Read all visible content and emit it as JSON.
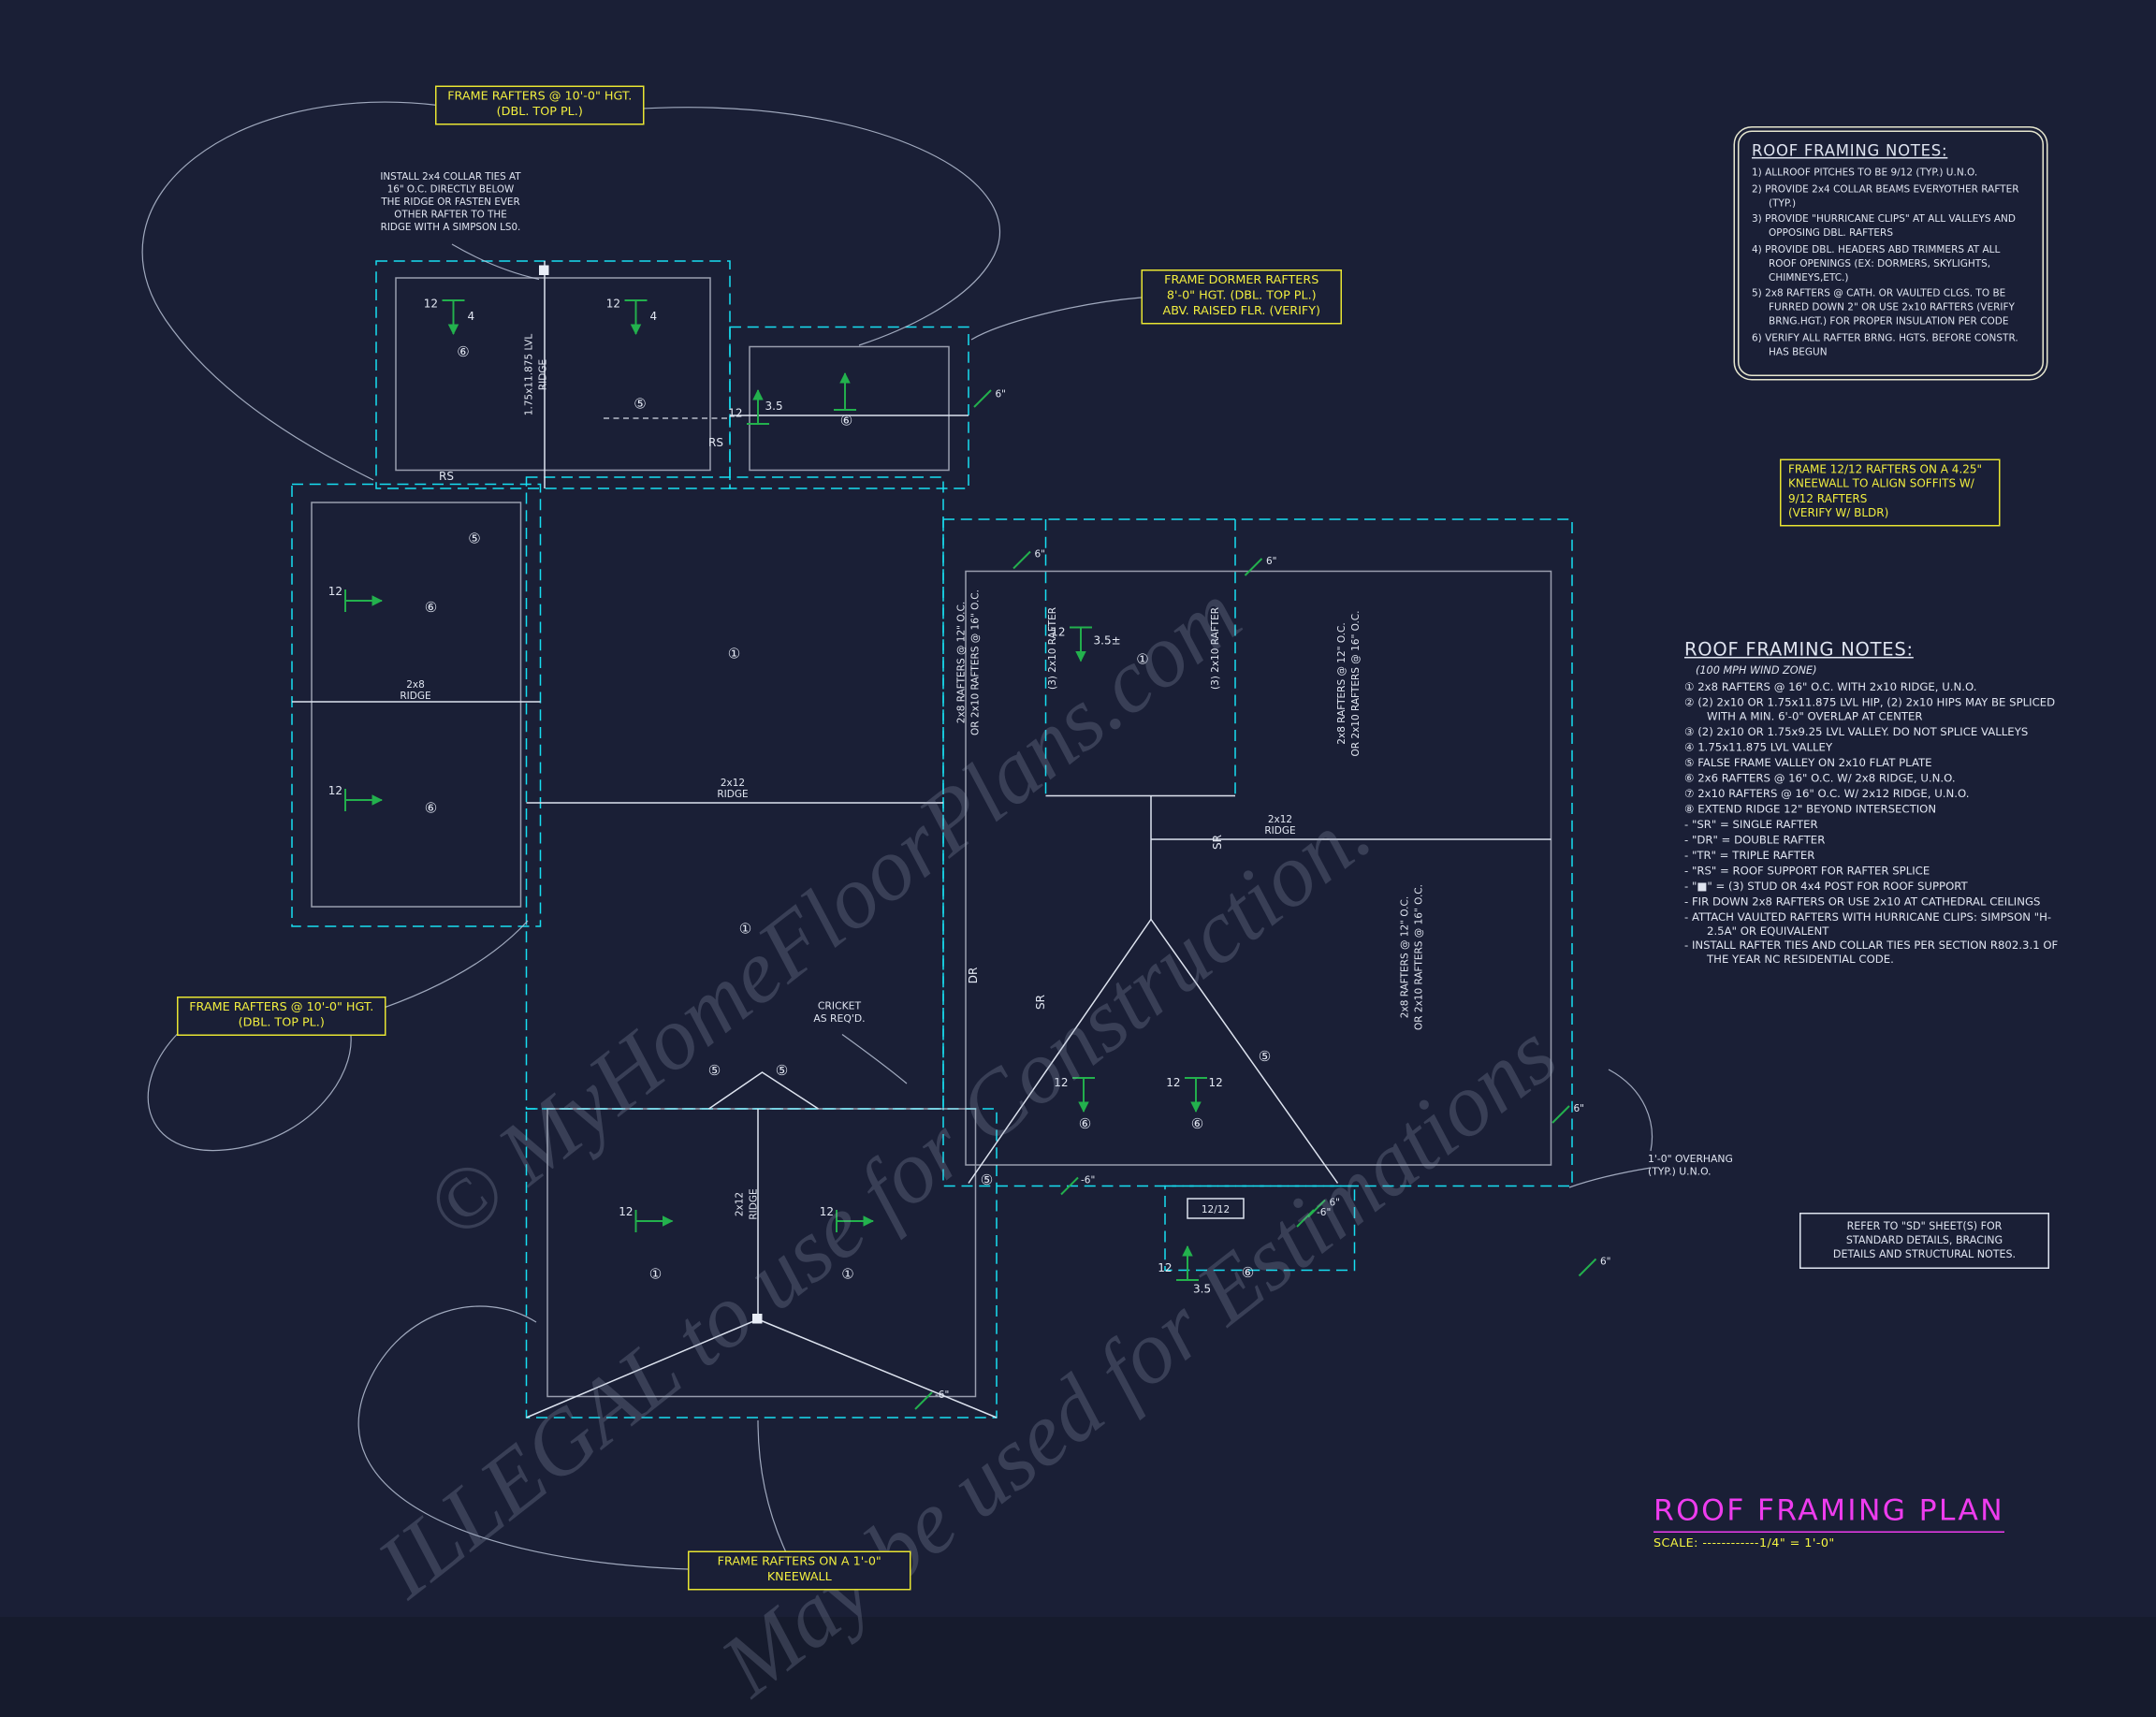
{
  "title_block": {
    "title": "ROOF FRAMING PLAN",
    "scale": "SCALE: ------------1/4\" = 1'-0\""
  },
  "watermark": {
    "line1": "© MyHomeFloorPlans.com",
    "line2": "ILLEGAL to use for Construction.",
    "line3": "May be used for Estimations"
  },
  "callouts": {
    "frame_rafters_10_top": "FRAME RAFTERS @ 10'-0\" HGT.\n(DBL. TOP PL.)",
    "frame_dormer": "FRAME DORMER RAFTERS\n8'-0\" HGT. (DBL. TOP PL.)\nABV. RAISED FLR. (VERIFY)",
    "frame_12_12": "FRAME 12/12 RAFTERS ON A 4.25\"\nKNEEWALL TO ALIGN SOFFITS W/\n9/12 RAFTERS\n(VERIFY W/ BLDR)",
    "frame_rafters_10_left": "FRAME RAFTERS @ 10'-0\" HGT.\n(DBL. TOP PL.)",
    "frame_kneewall": "FRAME RAFTERS ON A 1'-0\"\nKNEEWALL"
  },
  "annotations": {
    "collar_ties": "INSTALL 2x4 COLLAR TIES AT\n16\" O.C. DIRECTLY BELOW\nTHE RIDGE OR FASTEN EVER\nOTHER RAFTER TO THE\nRIDGE WITH A SIMPSON LS0.",
    "cricket": "CRICKET\nAS REQ'D.",
    "overhang": "1'-0\" OVERHANG\n(TYP.) U.N.O.",
    "sd_box": "REFER TO \"SD\" SHEET(S) FOR\nSTANDARD DETAILS, BRACING\nDETAILS AND STRUCTURAL NOTES."
  },
  "notes_box": {
    "title": "ROOF FRAMING NOTES:",
    "items": [
      "1) ALLROOF PITCHES TO BE 9/12 (TYP.) U.N.O.",
      "2) PROVIDE 2x4 COLLAR BEAMS EVERYOTHER RAFTER (TYP.)",
      "3) PROVIDE \"HURRICANE CLIPS\" AT ALL VALLEYS AND OPPOSING DBL. RAFTERS",
      "4) PROVIDE DBL. HEADERS ABD TRIMMERS AT ALL ROOF OPENINGS (EX: DORMERS, SKYLIGHTS, CHIMNEYS,ETC.)",
      "5) 2x8 RAFTERS @ CATH. OR VAULTED CLGS. TO BE FURRED DOWN 2\" OR USE 2x10 RAFTERS (VERIFY BRNG.HGT.) FOR PROPER INSULATION PER CODE",
      "6) VERIFY ALL RAFTER BRNG. HGTS. BEFORE CONSTR. HAS BEGUN"
    ]
  },
  "notes_list": {
    "title": "ROOF FRAMING NOTES:",
    "subtitle": "(100 MPH WIND ZONE)",
    "items": [
      "① 2x8 RAFTERS @ 16\" O.C. WITH 2x10 RIDGE, U.N.O.",
      "② (2) 2x10 OR 1.75x11.875 LVL HIP, (2) 2x10 HIPS MAY BE SPLICED WITH A MIN. 6'-0\" OVERLAP AT CENTER",
      "③ (2) 2x10 OR 1.75x9.25 LVL VALLEY. DO NOT SPLICE VALLEYS",
      "④ 1.75x11.875 LVL VALLEY",
      "⑤ FALSE FRAME VALLEY ON 2x10 FLAT PLATE",
      "⑥ 2x6 RAFTERS @ 16\" O.C. W/ 2x8 RIDGE, U.N.O.",
      "⑦ 2x10 RAFTERS @ 16\" O.C. W/ 2x12 RIDGE, U.N.O.",
      "⑧ EXTEND RIDGE 12\" BEYOND INTERSECTION",
      "-  \"SR\" = SINGLE RAFTER",
      "-  \"DR\" = DOUBLE RAFTER",
      "-  \"TR\" = TRIPLE RAFTER",
      "-  \"RS\" = ROOF SUPPORT FOR RAFTER SPLICE",
      "-  \"■\" = (3) STUD OR 4x4 POST FOR ROOF SUPPORT",
      "-  FIR DOWN 2x8 RAFTERS OR USE 2x10 AT CATHEDRAL CEILINGS",
      "-  ATTACH VAULTED RAFTERS WITH HURRICANE CLIPS: SIMPSON \"H-2.5A\" OR EQUIVALENT",
      "-  INSTALL RAFTER TIES AND COLLAR TIES PER SECTION R802.3.1 OF THE YEAR NC RESIDENTIAL CODE."
    ]
  },
  "labels": {
    "lvl_ridge": "1.75x11.875 LVL",
    "ridge": "RIDGE",
    "size_2x8": "2x8",
    "size_2x12": "2x12",
    "rafters_a": "2x8 RAFTERS @ 12\" O.C.",
    "rafters_b": "OR 2x10 RAFTERS @ 16\" O.C.",
    "rafter_3_2x10": "(3) 2x10 RAFTER",
    "sr": "SR",
    "dr": "DR",
    "rs": "RS",
    "twelve": "12",
    "four": "4",
    "three_five": "3.5",
    "three_five_pm": "3.5±",
    "twelve_twelve": "12/12",
    "six_in": "6\"",
    "neg_six_in": "-6\"",
    "n1": "①",
    "n5": "⑤",
    "n6": "⑥"
  },
  "colors": {
    "background": "#1a1f36",
    "roof_edge_cyan": "#17dff2",
    "callout_yellow": "#f1ee3f",
    "line_white": "#dde3ef",
    "slope_green": "#23b14d",
    "title_magenta": "#ee3cee"
  }
}
